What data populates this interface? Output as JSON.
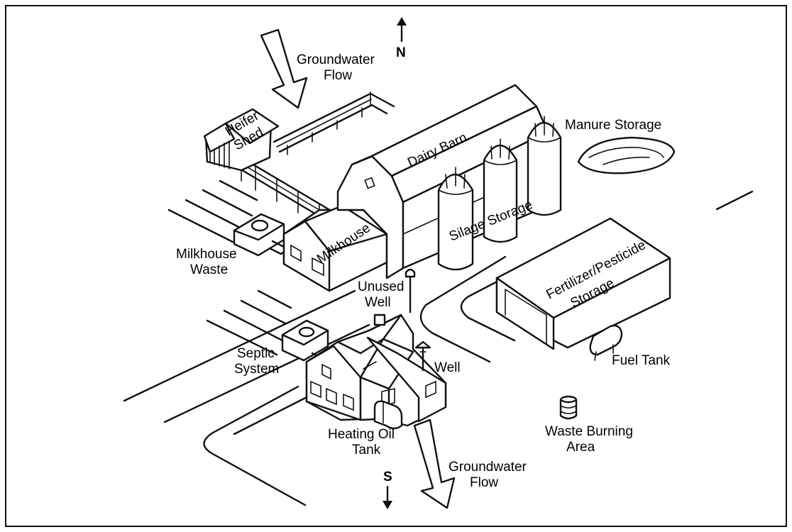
{
  "compass": {
    "north": "N",
    "south": "S"
  },
  "labels": {
    "groundwater_flow_top": [
      "Groundwater",
      "Flow"
    ],
    "groundwater_flow_bottom": [
      "Groundwater",
      "Flow"
    ],
    "heifer_shed": [
      "Heifer",
      "Shed"
    ],
    "dairy_barn": "Dairy Barn",
    "manure_storage": "Manure Storage",
    "silage_storage": "Silage Storage",
    "milkhouse": "Milkhouse",
    "milkhouse_waste": [
      "Milkhouse",
      "Waste"
    ],
    "unused_well": [
      "Unused",
      "Well"
    ],
    "fertilizer_storage": [
      "Fertilizer/Pesticide",
      "Storage"
    ],
    "septic_system": [
      "Septic",
      "System"
    ],
    "well": "Well",
    "fuel_tank": "Fuel Tank",
    "heating_oil_tank": [
      "Heating Oil",
      "Tank"
    ],
    "waste_burning_area": [
      "Waste Burning",
      "Area"
    ]
  },
  "colors": {
    "ink": "#111111",
    "paper": "#ffffff"
  }
}
